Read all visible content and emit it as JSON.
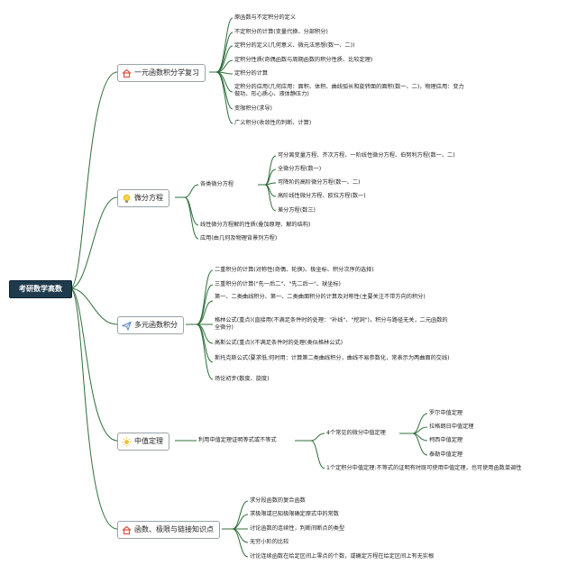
{
  "root": "考研数学高数",
  "branches": [
    {
      "label": "一元函数积分学复习",
      "icon": "home-icon",
      "items": [
        "原函数与不定积分的定义",
        "不定积分的计算(变量代换、分部积分)",
        "定积分的定义(几何意义、微元法思想(数一、二))",
        "定积分性质(奇偶函数与周期函数的积分性质、比较定理)",
        "定积分的计算",
        "定积分的应用(几何应用：面积、体积、曲线弧长和旋转面的面积(数一、二)，物理应用：变力做功、形心质心、液体静压力)",
        "变限积分(求导)",
        "广义积分(收敛性的判断、计算)"
      ]
    },
    {
      "label": "微分方程",
      "icon": "lightbulb-icon",
      "sub": {
        "label": "各类微分方程",
        "items": [
          "可分离变量方程、齐次方程、一阶线性微分方程、伯努利方程(数一、二)",
          "全微分方程(数一)",
          "可降阶的高阶微分方程(数一、二)",
          "高阶线性微分方程、欧拉方程(数一)",
          "差分方程(数三)"
        ]
      },
      "items": [
        "线性微分方程解的性质(叠加原理、解的结构)",
        "应用(由几何及物理背景列方程)"
      ]
    },
    {
      "label": "多元函数积分",
      "icon": "paper-plane-icon",
      "items": [
        "二重积分的计算(对称性(奇偶、轮换)、极坐标、积分次序的选择)",
        "三重积分的计算(\"先一后二\"、\"先二后一\"、球坐标)",
        "第一、二类曲线积分、第一、二类曲面积分的计算及对称性(主要关注不带方向的积分)",
        "格林公式(重点)(直接用(不满足条件时的处理：\"补线\"、\"挖洞\")，积分与路径无关，二元函数的全微分)",
        "高斯公式(重点)(不满足条件时的处理(类似格林公式)",
        "斯托克斯公式(要求低;何时用：计算第二类曲线积分，曲线不易参数化，常表示为两曲面的交线)",
        "场论初步(散度、旋度)"
      ]
    },
    {
      "label": "中值定理",
      "icon": "sun-icon",
      "sub": {
        "label": "利用中值定理证明等式或不等式",
        "sub": {
          "label": "4个常见的微分中值定理",
          "items": [
            "罗尔中值定理",
            "拉格朗日中值定理",
            "柯西中值定理",
            "泰勒中值定理"
          ]
        },
        "items": [
          "1个定积分中值定理:不等式的证明有时既可使用中值定理，也可使用函数单调性"
        ]
      }
    },
    {
      "label": "函数、极限与链接知识点",
      "icon": "home-icon",
      "items": [
        "求分段函数的复合函数",
        "求极限或已知极限确定原式中的常数",
        "讨论函数的连续性，判断间断点的类型",
        "无穷小阶的比较",
        "讨论连续函数在给定区间上零点的个数，或确定方程在给定区间上有无实根"
      ]
    }
  ],
  "colors": {
    "line": "#2f6f3a",
    "root_bg": "#1f3a4d",
    "icon_home": "#e25b4b",
    "icon_bulb": "#f0b400",
    "icon_plane": "#5a88c8",
    "icon_sun": "#f2c12e"
  }
}
